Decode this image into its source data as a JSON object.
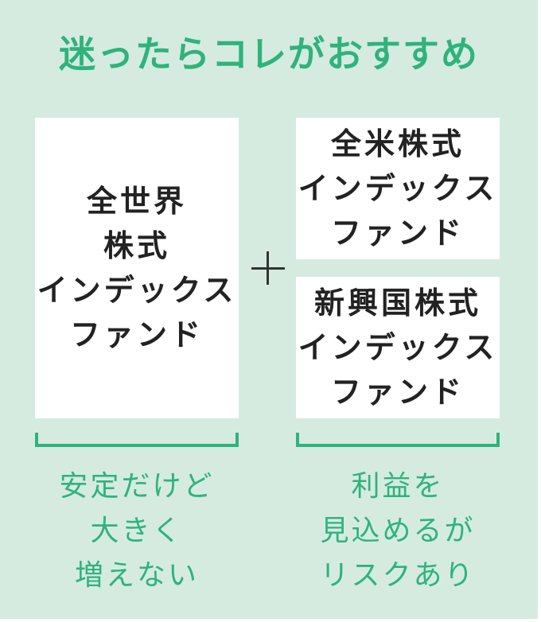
{
  "title": "迷ったらコレがおすすめ",
  "cards": {
    "world": [
      "全世界",
      "株式",
      "インデックス",
      "ファンド"
    ],
    "us": [
      "全米株式",
      "インデックス",
      "ファンド"
    ],
    "em": [
      "新興国株式",
      "インデックス",
      "ファンド"
    ]
  },
  "plus_symbol": "+",
  "captions": {
    "left": [
      "安定だけど",
      "大きく",
      "増えない"
    ],
    "right": [
      "利益を",
      "見込めるが",
      "リスクあり"
    ]
  },
  "colors": {
    "background": "#d5ebe0",
    "accent": "#2fb37c",
    "card": "#ffffff",
    "text": "#222222"
  }
}
